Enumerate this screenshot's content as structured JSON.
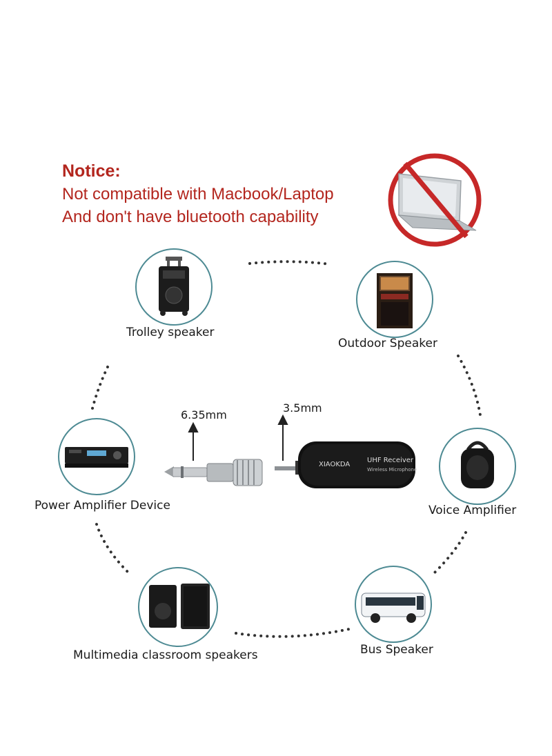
{
  "notice": {
    "title": "Notice:",
    "line1": "Not compatible with Macbook/Laptop",
    "line2": "And don't have bluetooth capability"
  },
  "devices": {
    "trolley": "Trolley speaker",
    "outdoor": "Outdoor Speaker",
    "amplifier": "Power Amplifier Device",
    "voice": "Voice Amplifier",
    "classroom": "Multimedia classroom speakers",
    "bus": "Bus Speaker"
  },
  "connectors": {
    "large": "6.35mm",
    "small": "3.5mm"
  },
  "receiver": {
    "brand": "XIAOKDA",
    "model": "UHF Receiver",
    "subtitle": "Wireless Microphone"
  },
  "colors": {
    "notice": "#b3261e",
    "ring": "#4d8a93",
    "prohibit": "#c62828"
  }
}
